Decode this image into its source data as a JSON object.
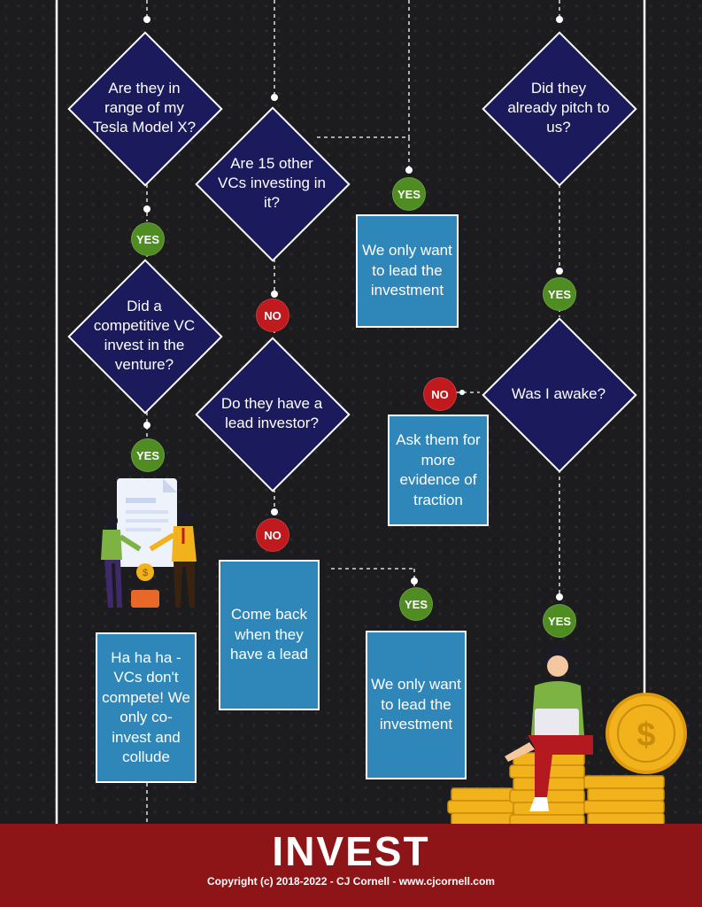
{
  "decisions": {
    "d1": "Are they in range of my Tesla Model X?",
    "d2": "Are 15 other VCs investing in it?",
    "d3": "Did they already pitch to us?",
    "d4": "Did a competitive VC invest in the venture?",
    "d5": "Do they have a lead investor?",
    "d6": "Was I awake?"
  },
  "outcomes": {
    "o1": "We only want to lead the investment",
    "o2": "Ask them for more evidence of traction",
    "o3": "Come back when they have a lead",
    "o4": "We only want to lead the investment",
    "o5": "Ha ha ha - VCs don't compete! We only co-invest and collude"
  },
  "labels": {
    "yes": "YES",
    "no": "NO"
  },
  "footer": {
    "title": "INVEST",
    "copyright": "Copyright (c) 2018-2022 - CJ Cornell - www.cjcornell.com"
  },
  "colors": {
    "diamond": "#1b1a5c",
    "box": "#2f86b8",
    "yes": "#4f8c22",
    "no": "#c0191e",
    "footer": "#8d1517"
  }
}
